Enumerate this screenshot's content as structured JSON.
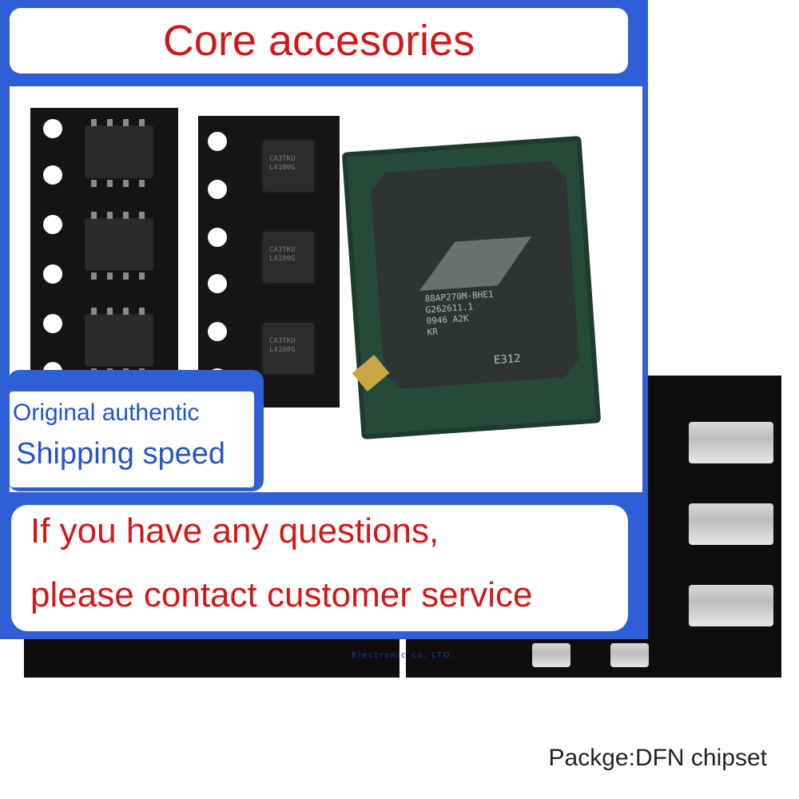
{
  "title": "Core accesories",
  "features": {
    "line1": "Original authentic",
    "line2": "Shipping speed"
  },
  "contact": {
    "line1": "If you have any questions,",
    "line2": "please contact customer service"
  },
  "caption": "Packge:DFN chipset",
  "chips": {
    "qfn_marking": [
      "CA3TKU",
      "L4100G"
    ],
    "bga_marking": [
      "88AP270M-BHE1",
      "G262611.1",
      "0946 A2K",
      "KR"
    ],
    "bga_code": "E312"
  },
  "watermark": "Electronic co. LTD.",
  "colors": {
    "frame_blue": "#2f5fd6",
    "title_red": "#d11818",
    "feature_blue": "#2554c9"
  }
}
